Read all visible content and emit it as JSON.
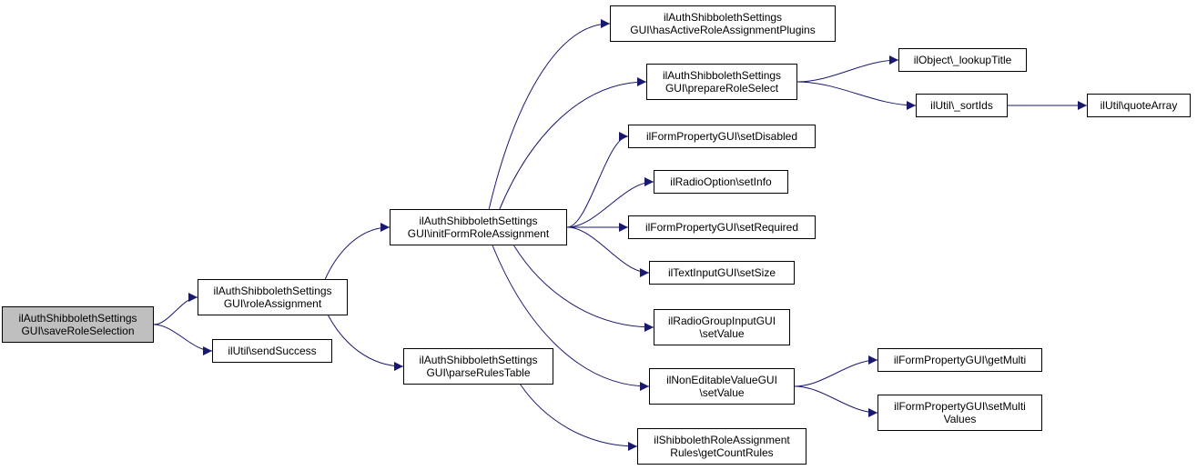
{
  "colors": {
    "edge": "#191970",
    "node_border": "#000000",
    "root_fill": "#bfbfbf",
    "node_fill": "#ffffff"
  },
  "nodes": {
    "saveRoleSelection": {
      "lines": [
        "ilAuthShibbolethSettings",
        "GUI\\saveRoleSelection"
      ]
    },
    "roleAssignment": {
      "lines": [
        "ilAuthShibbolethSettings",
        "GUI\\roleAssignment"
      ]
    },
    "sendSuccess": {
      "lines": [
        "ilUtil\\sendSuccess"
      ]
    },
    "initFormRoleAssignment": {
      "lines": [
        "ilAuthShibbolethSettings",
        "GUI\\initFormRoleAssignment"
      ]
    },
    "parseRulesTable": {
      "lines": [
        "ilAuthShibbolethSettings",
        "GUI\\parseRulesTable"
      ]
    },
    "hasActiveRoleAssignmentPlugins": {
      "lines": [
        "ilAuthShibbolethSettings",
        "GUI\\hasActiveRoleAssignmentPlugins"
      ]
    },
    "prepareRoleSelect": {
      "lines": [
        "ilAuthShibbolethSettings",
        "GUI\\prepareRoleSelect"
      ]
    },
    "setDisabled": {
      "lines": [
        "ilFormPropertyGUI\\setDisabled"
      ]
    },
    "setInfo": {
      "lines": [
        "ilRadioOption\\setInfo"
      ]
    },
    "setRequired": {
      "lines": [
        "ilFormPropertyGUI\\setRequired"
      ]
    },
    "setSize": {
      "lines": [
        "ilTextInputGUI\\setSize"
      ]
    },
    "radioSetValue": {
      "lines": [
        "ilRadioGroupInputGUI",
        "\\setValue"
      ]
    },
    "nonEditSetValue": {
      "lines": [
        "ilNonEditableValueGUI",
        "\\setValue"
      ]
    },
    "getCountRules": {
      "lines": [
        "ilShibbolethRoleAssignment",
        "Rules\\getCountRules"
      ]
    },
    "lookupTitle": {
      "lines": [
        "ilObject\\_lookupTitle"
      ]
    },
    "sortIds": {
      "lines": [
        "ilUtil\\_sortIds"
      ]
    },
    "quoteArray": {
      "lines": [
        "ilUtil\\quoteArray"
      ]
    },
    "getMulti": {
      "lines": [
        "ilFormPropertyGUI\\getMulti"
      ]
    },
    "setMultiValues": {
      "lines": [
        "ilFormPropertyGUI\\setMulti",
        "Values"
      ]
    }
  },
  "edges": [
    [
      "saveRoleSelection",
      "roleAssignment"
    ],
    [
      "saveRoleSelection",
      "sendSuccess"
    ],
    [
      "roleAssignment",
      "initFormRoleAssignment"
    ],
    [
      "roleAssignment",
      "parseRulesTable"
    ],
    [
      "initFormRoleAssignment",
      "hasActiveRoleAssignmentPlugins"
    ],
    [
      "initFormRoleAssignment",
      "prepareRoleSelect"
    ],
    [
      "initFormRoleAssignment",
      "setDisabled"
    ],
    [
      "initFormRoleAssignment",
      "setInfo"
    ],
    [
      "initFormRoleAssignment",
      "setRequired"
    ],
    [
      "initFormRoleAssignment",
      "setSize"
    ],
    [
      "initFormRoleAssignment",
      "radioSetValue"
    ],
    [
      "initFormRoleAssignment",
      "nonEditSetValue"
    ],
    [
      "parseRulesTable",
      "getCountRules"
    ],
    [
      "prepareRoleSelect",
      "lookupTitle"
    ],
    [
      "prepareRoleSelect",
      "sortIds"
    ],
    [
      "sortIds",
      "quoteArray"
    ],
    [
      "nonEditSetValue",
      "getMulti"
    ],
    [
      "nonEditSetValue",
      "setMultiValues"
    ]
  ]
}
